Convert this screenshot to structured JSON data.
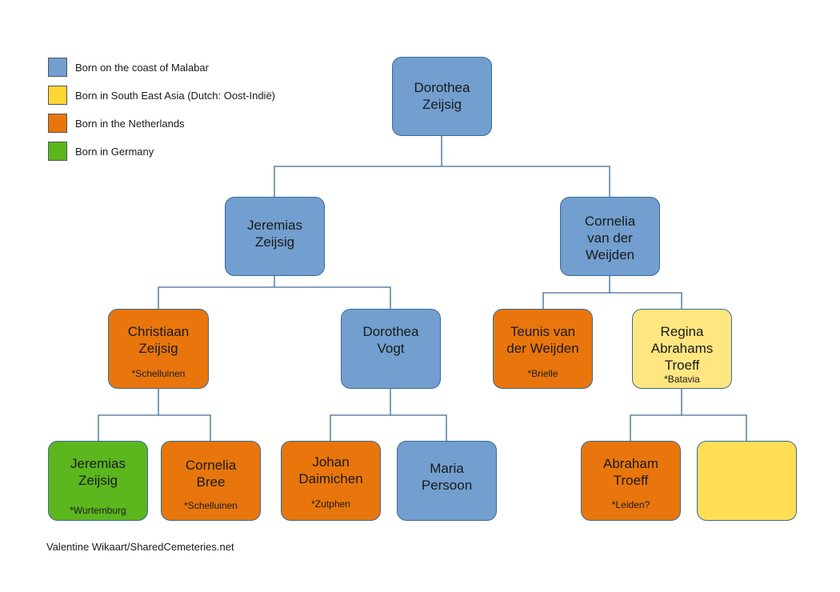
{
  "colors": {
    "malabar": "#729fcf",
    "southeast_asia": "#ffd966",
    "netherlands": "#e8760c",
    "germany": "#5cb61e",
    "line": "#3a6a96"
  },
  "legend": [
    {
      "label": "Born on the coast of Malabar",
      "color": "#729fcf"
    },
    {
      "label": "Born in South East Asia (Dutch: Oost-Indië)",
      "color": "#ffd633"
    },
    {
      "label": "Born in the Netherlands",
      "color": "#e8760c"
    },
    {
      "label": "Born in Germany",
      "color": "#5cb61e"
    }
  ],
  "people": {
    "dorothea_zeijsig": {
      "name": "Dorothea\nZeijsig",
      "place": ""
    },
    "jeremias_zeijsig": {
      "name": "Jeremias\nZeijsig",
      "place": ""
    },
    "cornelia_van_der_weijden": {
      "name": "Cornelia\nvan der\nWeijden",
      "place": ""
    },
    "christiaan_zeijsig": {
      "name": "Christiaan\nZeijsig",
      "place": "*Schelluinen"
    },
    "dorothea_vogt": {
      "name": "Dorothea\nVogt",
      "place": ""
    },
    "teunis_van_der_weijden": {
      "name": "Teunis van\nder Weijden",
      "place": "*Brielle"
    },
    "regina_abrahams_troeff": {
      "name": "Regina\nAbrahams\nTroeff",
      "place": "*Batavia"
    },
    "jeremias_zeijsig_sr": {
      "name": "Jeremias\nZeijsig",
      "place": "*Wurtemburg"
    },
    "cornelia_bree": {
      "name": "Cornelia\nBree",
      "place": "*Schelluinen"
    },
    "johan_daimichen": {
      "name": "Johan\nDaimichen",
      "place": "*Zutphen"
    },
    "maria_persoon": {
      "name": "Maria\nPersoon",
      "place": ""
    },
    "abraham_troeff": {
      "name": "Abraham\nTroeff",
      "place": "*Leiden?"
    },
    "unknown_mother": {
      "name": "",
      "place": ""
    }
  },
  "credit": "Valentine Wikaart/SharedCemeteries.net"
}
